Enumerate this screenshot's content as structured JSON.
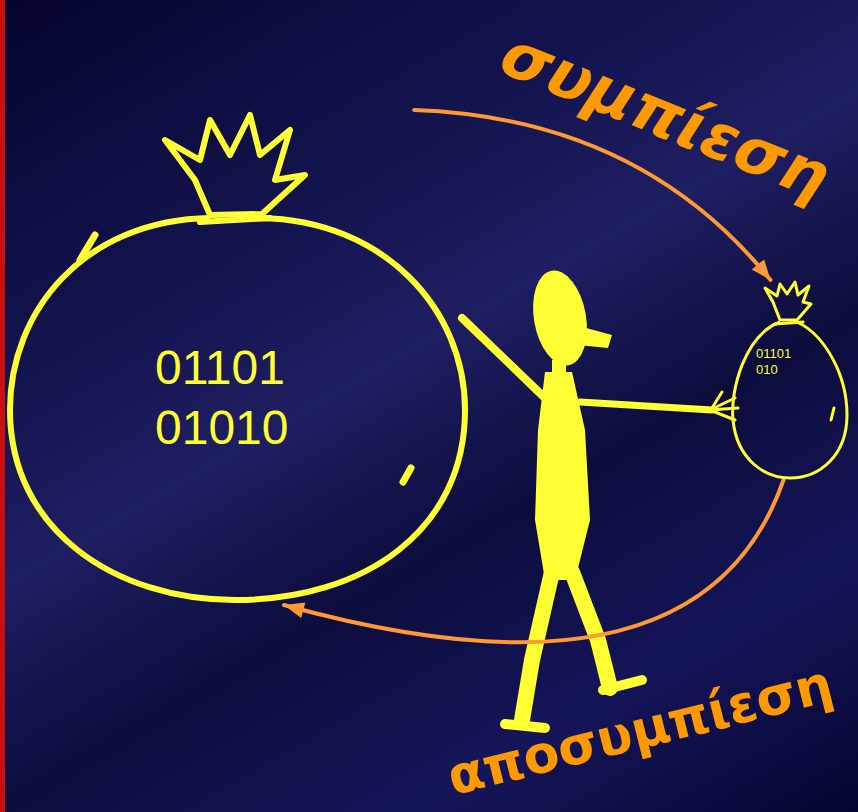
{
  "diagram": {
    "nodes": [
      {
        "text": [
          "01101 01010"
        ]
      },
      {
        "text": [
          "01101 010"
        ]
      }
    ],
    "edges": [
      {
        "from": 0,
        "to": 1,
        "arrow": "to",
        "label": "συμπίεση"
      },
      {
        "from": 1,
        "to": 0,
        "arrow": "to",
        "label": "αποσυμπίεση"
      }
    ]
  }
}
